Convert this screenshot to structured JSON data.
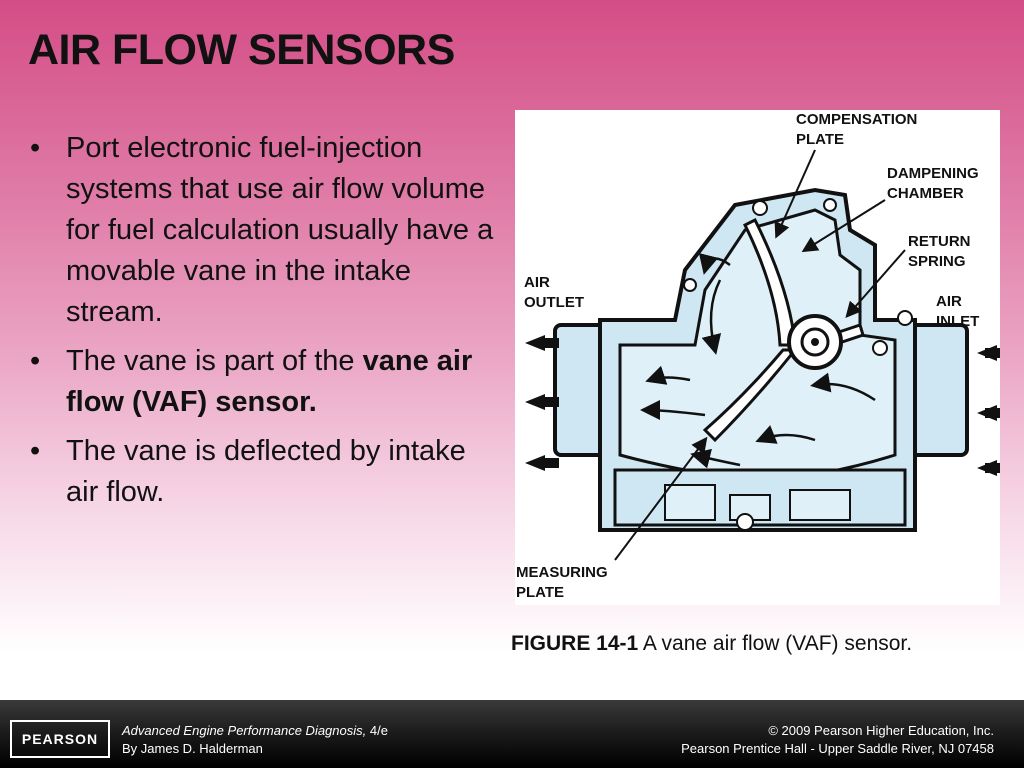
{
  "slide": {
    "title": "AIR FLOW SENSORS"
  },
  "bullets": [
    {
      "text": "Port electronic fuel-injection systems that use air flow volume for fuel calculation usually have a movable vane in the intake stream."
    },
    {
      "prefix": "The vane is part of the ",
      "bold": "vane air flow (VAF) sensor."
    },
    {
      "text": "The vane is deflected by intake air flow."
    }
  ],
  "figure": {
    "labels": {
      "compensation_plate": "COMPENSATION\nPLATE",
      "dampening_chamber": "DAMPENING\nCHAMBER",
      "return_spring": "RETURN\nSPRING",
      "air_outlet": "AIR\nOUTLET",
      "air_inlet": "AIR\nINLET",
      "measuring_plate": "MEASURING\nPLATE"
    },
    "caption_number": "FIGURE 14-1",
    "caption_text": " A vane air flow (VAF) sensor."
  },
  "footer": {
    "logo": "PEARSON",
    "book_title": "Advanced Engine Performance Diagnosis,",
    "edition": " 4/e",
    "author": "By James D. Halderman",
    "copyright": "© 2009 Pearson Higher Education, Inc.",
    "publisher": "Pearson Prentice Hall - Upper Saddle River, NJ 07458"
  },
  "colors": {
    "background_top": "#d44d86",
    "diagram_fill": "#cfe6f3",
    "diagram_stroke": "#111111"
  }
}
